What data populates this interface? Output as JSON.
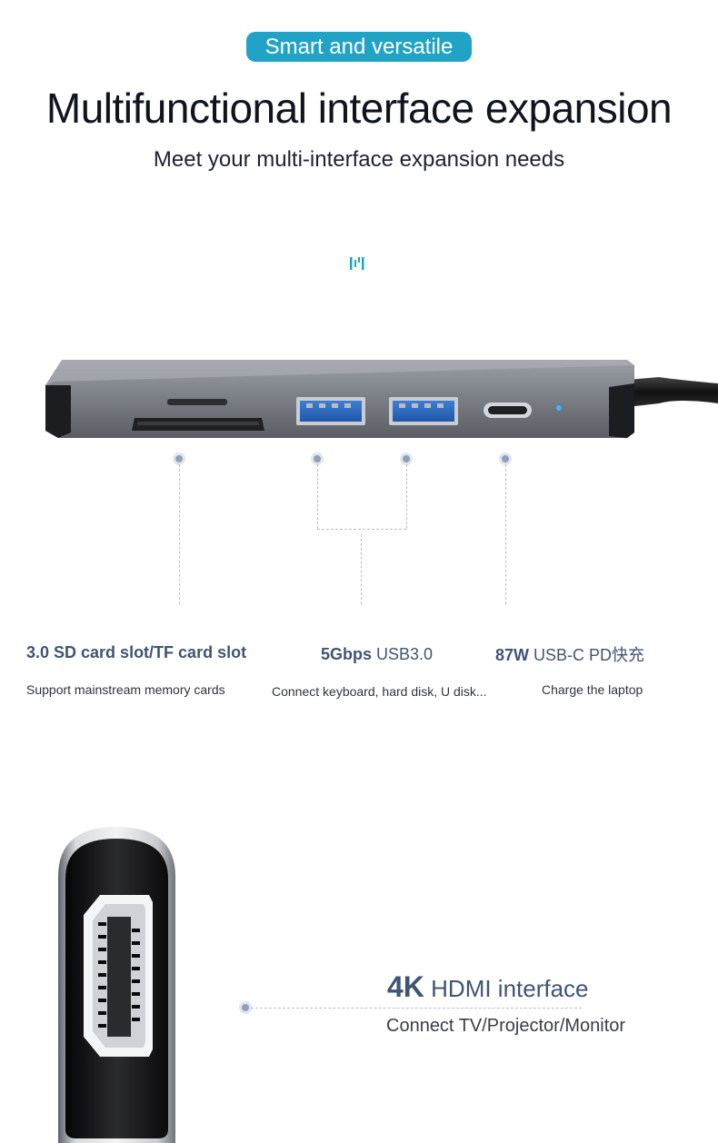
{
  "header": {
    "badge": "Smart and versatile",
    "title": "Multifunctional interface expansion",
    "subtitle": "Meet your multi-interface expansion needs"
  },
  "features": [
    {
      "title": "3.0 SD card slot/TF card slot",
      "desc": "Support mainstream memory cards"
    },
    {
      "title_bold": "5Gbps",
      "title_light": "USB3.0",
      "desc": "Connect keyboard, hard disk, U disk..."
    },
    {
      "title_bold": "87W",
      "title_light": "USB-C PD快充",
      "desc": "Charge the laptop"
    }
  ],
  "hdmi": {
    "title_bold": "4K",
    "title_light": "HDMI interface",
    "desc": "Connect TV/Projector/Monitor"
  },
  "colors": {
    "accent": "#21a3c5",
    "feature_text": "#3f5575",
    "hub_body": "#7d8188"
  },
  "icons": [
    "brand-logo-icon",
    "sd-slot-icon",
    "tf-slot-icon",
    "usb-a-port-icon",
    "usb-c-port-icon",
    "led-icon",
    "hdmi-port-icon"
  ]
}
